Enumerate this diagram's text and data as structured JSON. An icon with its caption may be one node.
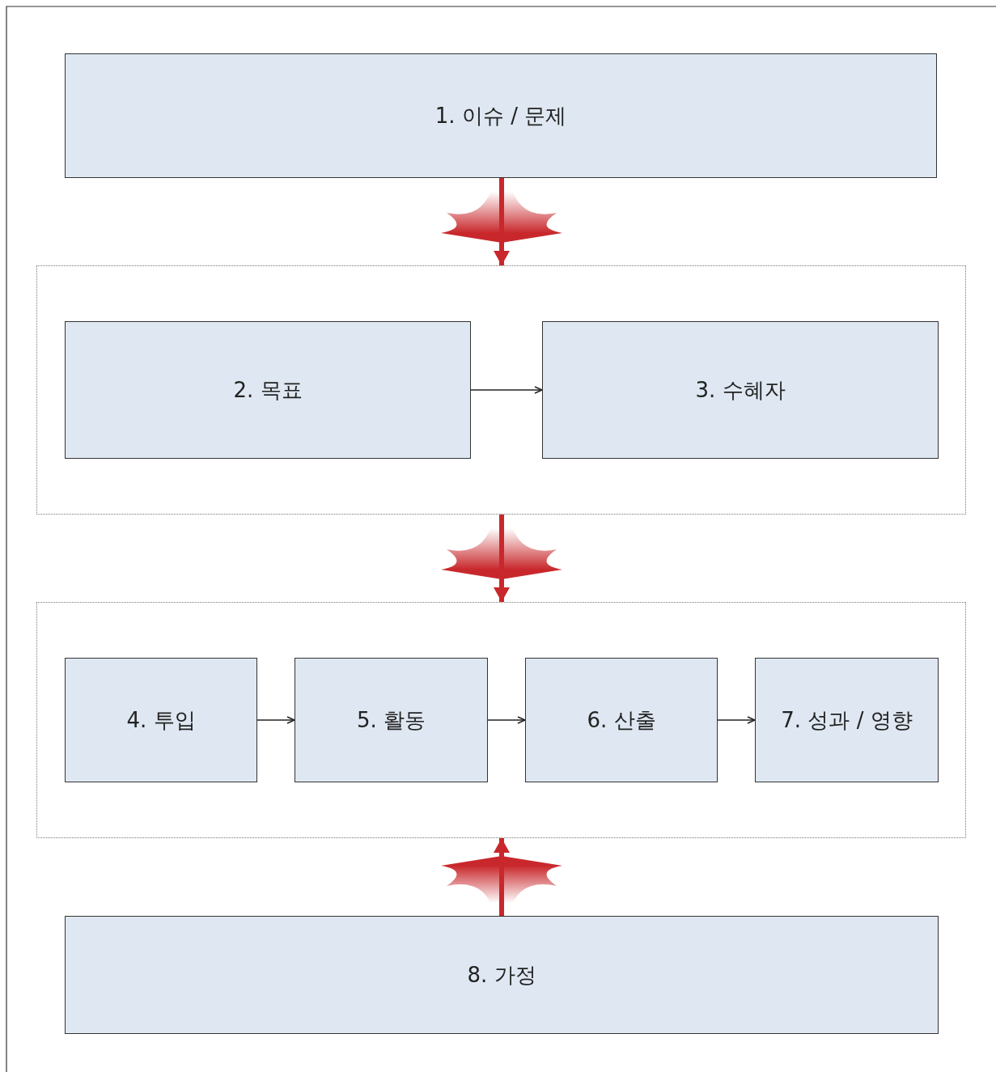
{
  "diagram": {
    "nodes": [
      {
        "text": [
          "1. 이슈 / 문제"
        ]
      },
      {
        "text": [],
        "shape": "box"
      },
      {
        "text": [
          "2. 목표"
        ],
        "in": 1
      },
      {
        "text": [
          "3. 수혜자"
        ],
        "in": 1
      },
      {
        "text": [],
        "shape": "box"
      },
      {
        "text": [
          "4. 투입"
        ],
        "in": 4
      },
      {
        "text": [
          "5. 활동"
        ],
        "in": 4
      },
      {
        "text": [
          "6. 산출"
        ],
        "in": 4
      },
      {
        "text": [
          "7. 성과 / 영향"
        ],
        "in": 4
      },
      {
        "text": [
          "8. 가정"
        ]
      }
    ],
    "edges": [
      {
        "from": 0,
        "to": 1,
        "arrow": "to",
        "style": "thick",
        "color": "#c8282c"
      },
      {
        "from": 2,
        "to": 3,
        "arrow": "to"
      },
      {
        "from": 1,
        "to": 4,
        "arrow": "to",
        "style": "thick",
        "color": "#c8282c"
      },
      {
        "from": 5,
        "to": 6,
        "arrow": "to"
      },
      {
        "from": 6,
        "to": 7,
        "arrow": "to"
      },
      {
        "from": 7,
        "to": 8,
        "arrow": "to"
      },
      {
        "from": 9,
        "to": 4,
        "arrow": "to",
        "style": "thick",
        "color": "#c8282c"
      }
    ]
  }
}
